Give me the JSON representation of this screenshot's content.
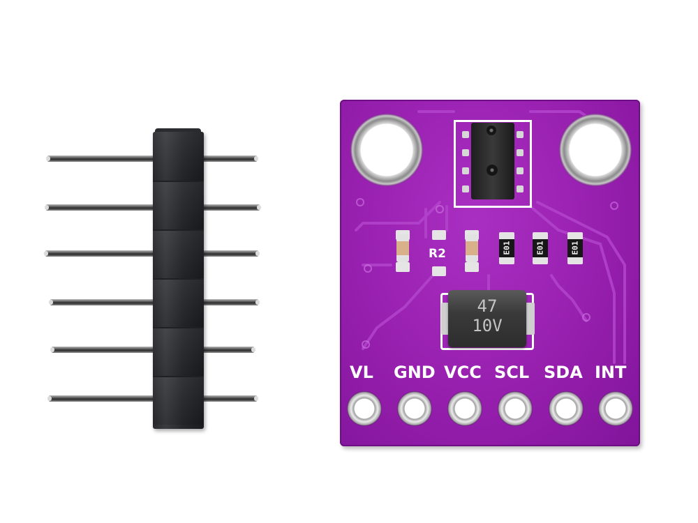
{
  "pcb_labels": {
    "pins": [
      "VL",
      "GND",
      "VCC",
      "SCL",
      "SDA",
      "INT"
    ],
    "resistor_label": "R2",
    "resistor_codes": [
      "E01",
      "E01",
      "E01"
    ]
  },
  "capacitor": {
    "line1": "47",
    "line2": "10V"
  },
  "colors": {
    "pcb": "#971fae",
    "silkscreen": "#ffffff",
    "pin_header": "#2a2a2e"
  }
}
